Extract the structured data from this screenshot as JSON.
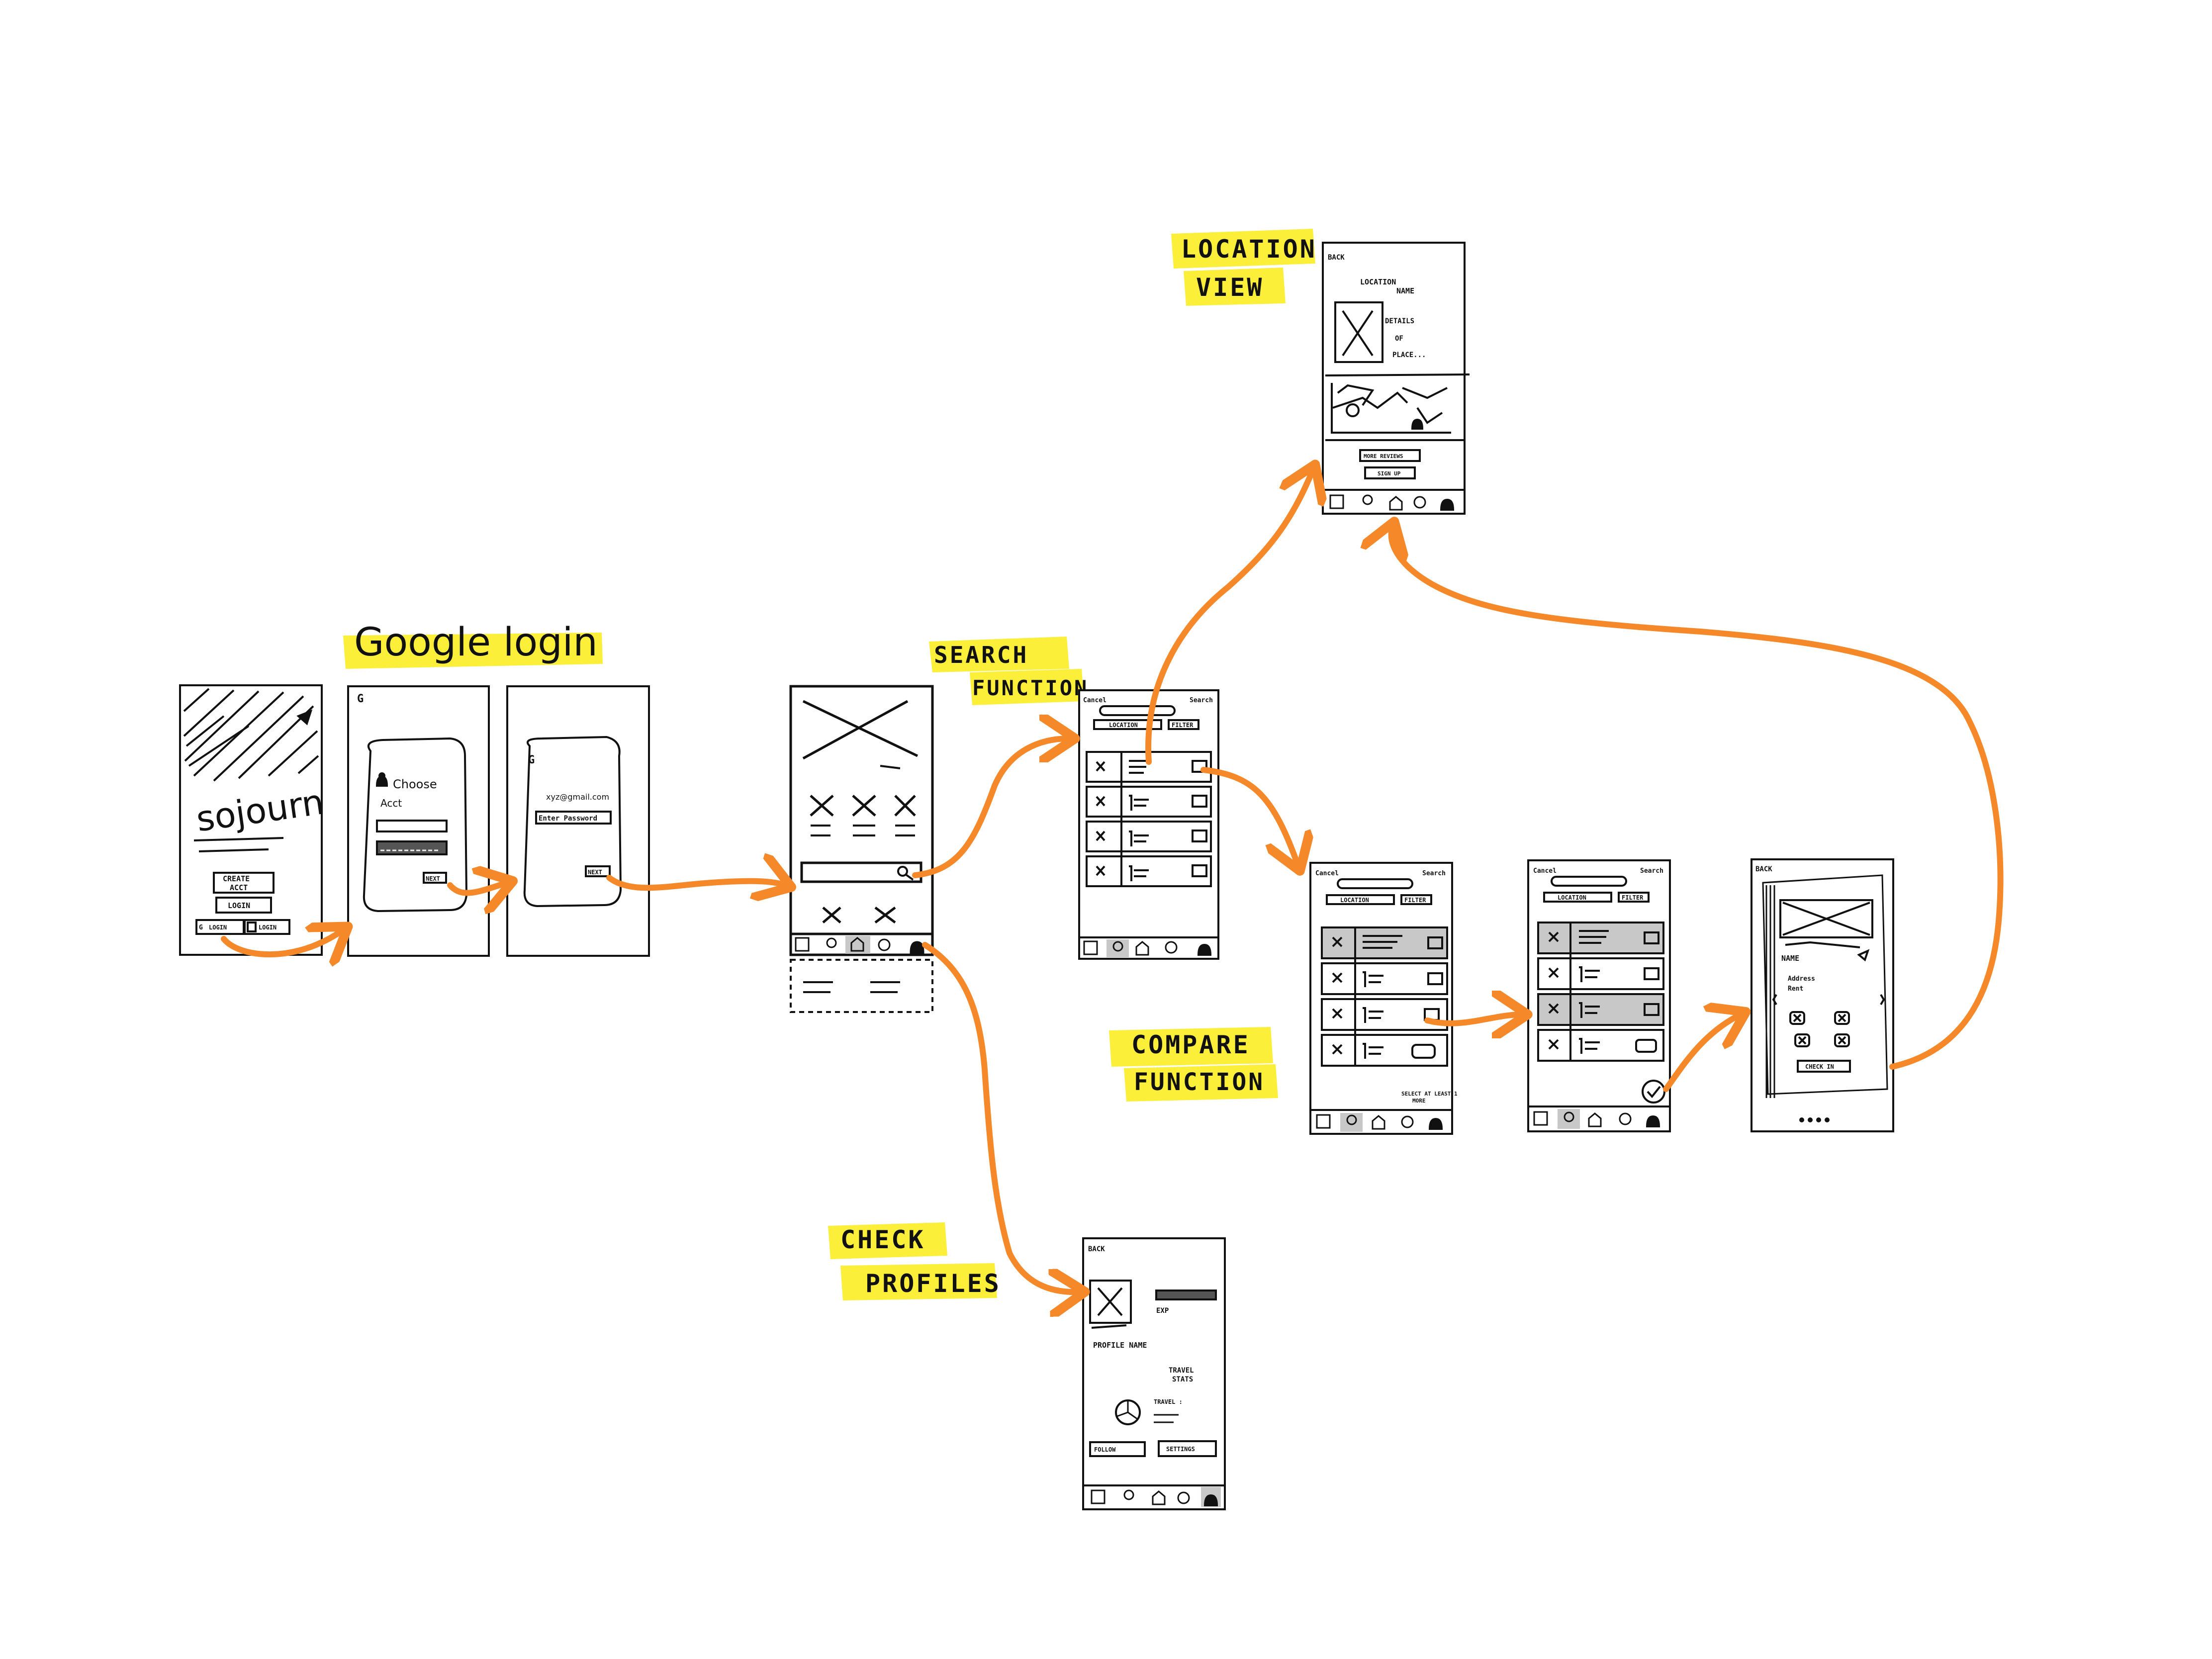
{
  "labels": {
    "google_login": "Google login",
    "search_function_1": "SEARCH",
    "search_function_2": "FUNCTION",
    "location_view_1": "LOCATION",
    "location_view_2": "VIEW",
    "compare_function_1": "COMPARE",
    "compare_function_2": "FUNCTION",
    "check_profiles_1": "CHECK",
    "check_profiles_2": "PROFILES"
  },
  "screens": {
    "splash": {
      "brand": "sojourn",
      "create_btn_1": "CREATE",
      "create_btn_2": "ACCT",
      "login_btn": "LOGIN",
      "google_btn": "LOGIN",
      "other_btn": "LOGIN"
    },
    "choose_account": {
      "g": "G",
      "title_1": "Choose",
      "title_2": "Acct",
      "next": "NEXT"
    },
    "enter_password": {
      "g": "G",
      "email": "xyz@gmail.com",
      "placeholder": "Enter Password",
      "next": "NEXT"
    },
    "search_list": {
      "cancel": "Cancel",
      "search": "Search",
      "location": "LOCATION",
      "filter": "FILTER"
    },
    "location_view": {
      "back": "BACK",
      "name_1": "LOCATION",
      "name_2": "NAME",
      "details_1": "DETAILS",
      "details_2": "OF",
      "details_3": "PLACE...",
      "btn1": "MORE REVIEWS",
      "btn2": "SIGN UP"
    },
    "compare_a": {
      "cancel": "Cancel",
      "search": "Search",
      "location": "LOCATION",
      "filter": "FILTER",
      "select_1": "SELECT AT LEAST 1",
      "select_2": "MORE"
    },
    "compare_b": {
      "cancel": "Cancel",
      "search": "Search",
      "location": "LOCATION",
      "filter": "FILTER"
    },
    "compare_detail": {
      "back": "BACK",
      "name": "NAME",
      "address_1": "Address",
      "address_2": "Rent",
      "check_in": "CHECK IN"
    },
    "profile": {
      "back": "BACK",
      "exp": "EXP",
      "name": "PROFILE NAME",
      "stats_1": "TRAVEL",
      "stats_2": "STATS",
      "legend": "TRAVEL :",
      "btn1": "FOLLOW",
      "btn2": "SETTINGS"
    }
  },
  "colors": {
    "arrow": "#f5892a",
    "highlight": "#fbef3a",
    "ink": "#111111",
    "shade": "#c8c8c8"
  }
}
